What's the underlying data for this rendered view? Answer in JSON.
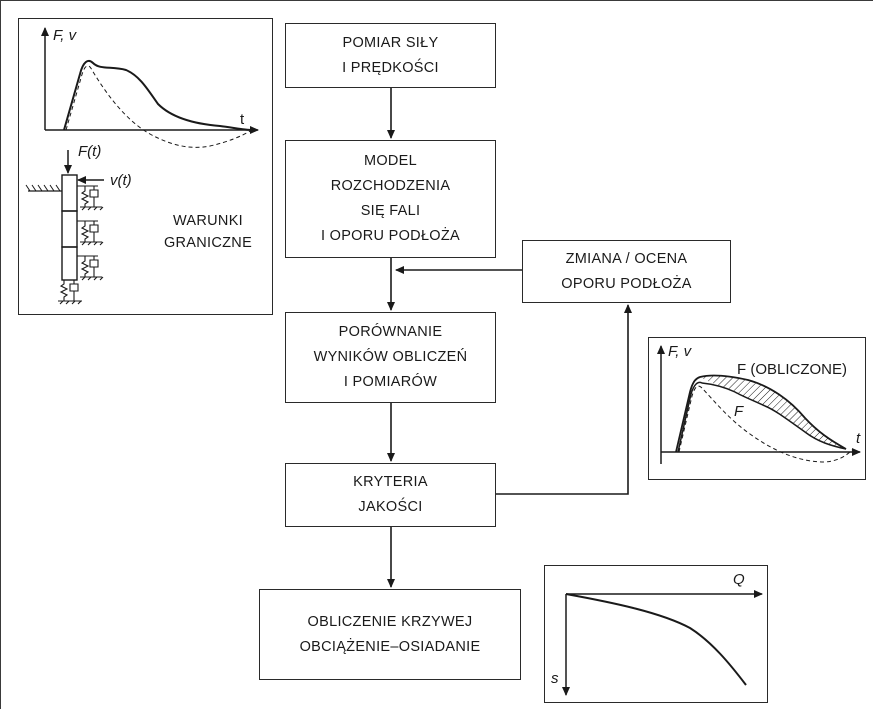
{
  "flow": {
    "pomiar": [
      "POMIAR SIŁY",
      "I PRĘDKOŚCI"
    ],
    "model": [
      "MODEL",
      "ROZCHODZENIA",
      "SIĘ FALI",
      "I OPORU PODŁOŻA"
    ],
    "porownanie": [
      "PORÓWNANIE",
      "WYNIKÓW OBLICZEŃ",
      "I POMIARÓW"
    ],
    "kryteria": [
      "KRYTERIA",
      "JAKOŚCI"
    ],
    "obliczenie": [
      "OBLICZENIE KRZYWEJ",
      "OBCIĄŻENIE–OSIADANIE"
    ],
    "zmiana": [
      "ZMIANA / OCENA",
      "OPORU PODŁOŻA"
    ]
  },
  "panel_top_left": {
    "axis_y": "F, v",
    "axis_x": "t",
    "force_label": "F(t)",
    "velocity_label": "v(t)",
    "caption": [
      "WARUNKI",
      "GRANICZNE"
    ]
  },
  "panel_right": {
    "axis_y": "F, v",
    "axis_x": "t",
    "computed_label": "F (OBLICZONE)",
    "measured_label": "F"
  },
  "panel_bottom": {
    "axis_x": "Q",
    "axis_y": "s"
  }
}
